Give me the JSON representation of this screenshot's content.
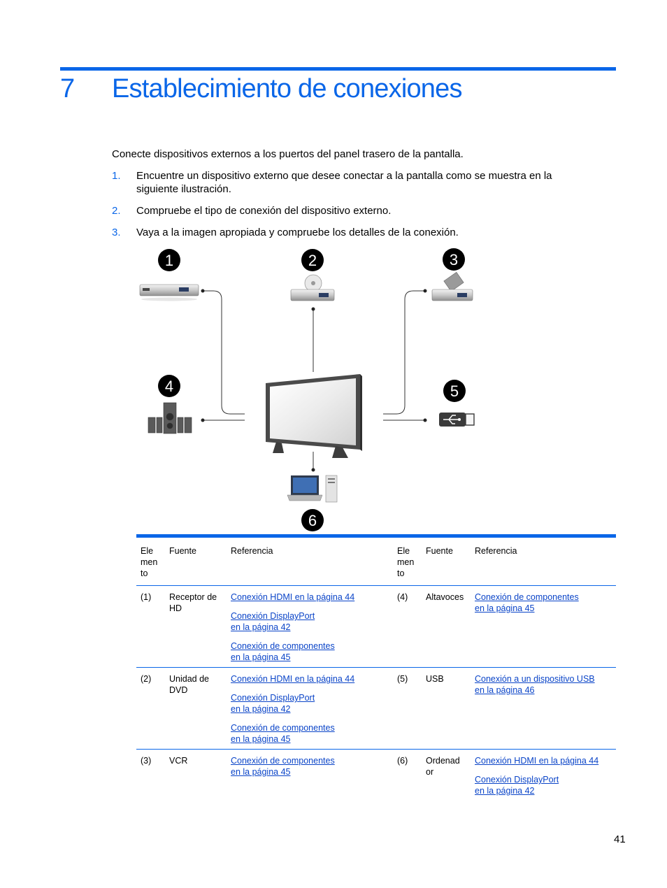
{
  "chapter": {
    "number": "7",
    "title": "Establecimiento de conexiones"
  },
  "intro": "Conecte dispositivos externos a los puertos del panel trasero de la pantalla.",
  "steps": [
    {
      "num": "1.",
      "text": "Encuentre un dispositivo externo que desee conectar a la pantalla como se muestra en la siguiente ilustración."
    },
    {
      "num": "2.",
      "text": "Compruebe el tipo de conexión del dispositivo externo."
    },
    {
      "num": "3.",
      "text": "Vaya a la imagen apropiada y compruebe los detalles de la conexión."
    }
  ],
  "diagram": {
    "callouts": [
      "1",
      "2",
      "3",
      "4",
      "5",
      "6"
    ]
  },
  "table": {
    "headers": {
      "elemento": [
        "Ele",
        "men",
        "to"
      ],
      "fuente": "Fuente",
      "referencia": "Referencia"
    },
    "rows": [
      {
        "left": {
          "item": "(1)",
          "source": [
            "Receptor de",
            "HD"
          ],
          "refs": [
            [
              "Conexión HDMI en la página 44"
            ],
            [
              "Conexión DisplayPort",
              "en la página 42"
            ],
            [
              "Conexión de componentes",
              "en la página 45"
            ]
          ]
        },
        "right": {
          "item": "(4)",
          "source": [
            "Altavoces"
          ],
          "refs": [
            [
              "Conexión de componentes",
              "en la página 45"
            ]
          ]
        }
      },
      {
        "left": {
          "item": "(2)",
          "source": [
            "Unidad de",
            "DVD"
          ],
          "refs": [
            [
              "Conexión HDMI en la página 44"
            ],
            [
              "Conexión DisplayPort",
              "en la página 42"
            ],
            [
              "Conexión de componentes",
              "en la página 45"
            ]
          ]
        },
        "right": {
          "item": "(5)",
          "source": [
            "USB"
          ],
          "refs": [
            [
              "Conexión a un dispositivo USB",
              "en la página 46"
            ]
          ]
        }
      },
      {
        "left": {
          "item": "(3)",
          "source": [
            "VCR"
          ],
          "refs": [
            [
              "Conexión de componentes",
              "en la página 45"
            ]
          ]
        },
        "right": {
          "item": "(6)",
          "source": [
            "Ordenad",
            "or"
          ],
          "refs": [
            [
              "Conexión HDMI en la página 44"
            ],
            [
              "Conexión DisplayPort",
              "en la página 42"
            ]
          ]
        }
      }
    ]
  },
  "page_number": "41",
  "colors": {
    "accent": "#0a66e8",
    "link": "#0a44c8"
  }
}
